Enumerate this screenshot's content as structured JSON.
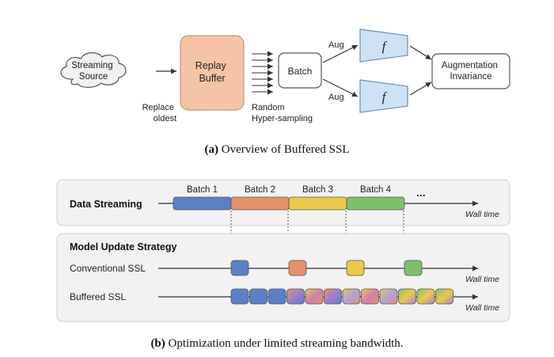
{
  "panel_a": {
    "source_label": [
      "Streaming",
      "Source"
    ],
    "buffer_label": [
      "Replay",
      "Buffer"
    ],
    "batch_label": "Batch",
    "aug_top": "Aug",
    "aug_bottom": "Aug",
    "encoder_symbol": "f",
    "invariance_label": [
      "Augmentation",
      "Invariance"
    ],
    "replace_label": [
      "Replace",
      "oldest"
    ],
    "sampling_label": [
      "Random",
      "Hyper-sampling"
    ],
    "caption_bold": "(a)",
    "caption_text": " Overview of Buffered SSL"
  },
  "panel_b": {
    "data_streaming_label": "Data Streaming",
    "batches": [
      {
        "label": "Batch 1",
        "color": "#5b80c8"
      },
      {
        "label": "Batch 2",
        "color": "#e8906a"
      },
      {
        "label": "Batch 3",
        "color": "#ecc94b"
      },
      {
        "label": "Batch 4",
        "color": "#7fbf6a"
      }
    ],
    "ellipsis": "...",
    "wall_time_1": "Wall time",
    "strategy_title": "Model Update Strategy",
    "conventional_label": "Conventional SSL",
    "wall_time_2": "Wall time",
    "buffered_label": "Buffered SSL",
    "wall_time_3": "Wall time",
    "caption_bold": "(b)",
    "caption_text": " Optimization under limited streaming bandwidth."
  },
  "colors": {
    "buffer_fill": "#f5c4a6",
    "panel_bg": "#f2f2f2",
    "panel_border": "#cfcfcf",
    "encoder_fill": "#cfe2f3",
    "encoder_stroke": "#6a8fb5"
  }
}
